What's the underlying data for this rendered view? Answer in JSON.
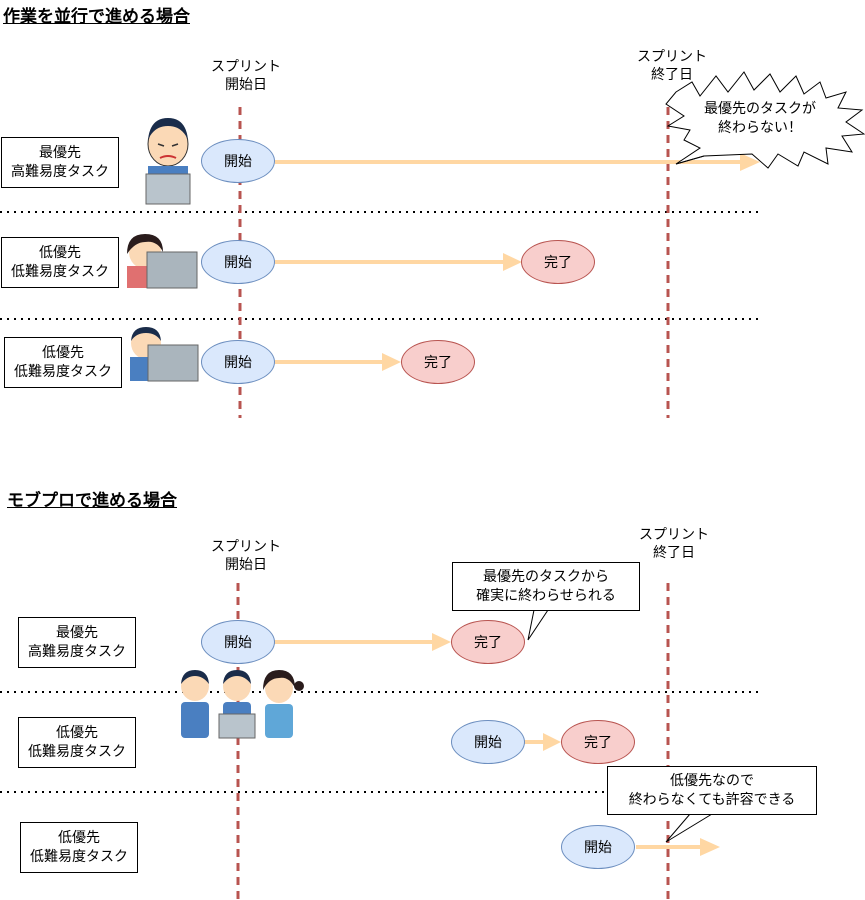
{
  "section1": {
    "title": "作業を並行で進める場合",
    "sprint_start": [
      "スプリント",
      "開始日"
    ],
    "sprint_end": [
      "スプリント",
      "終了日"
    ],
    "burst": [
      "最優先のタスクが",
      "終わらない！"
    ],
    "rows": [
      {
        "task": [
          "最優先",
          "高難易度タスク"
        ],
        "start": "開始",
        "done": null
      },
      {
        "task": [
          "低優先",
          "低難易度タスク"
        ],
        "start": "開始",
        "done": "完了"
      },
      {
        "task": [
          "低優先",
          "低難易度タスク"
        ],
        "start": "開始",
        "done": "完了"
      }
    ]
  },
  "section2": {
    "title": "モブプロで進める場合",
    "sprint_start": [
      "スプリント",
      "開始日"
    ],
    "sprint_end": [
      "スプリント",
      "終了日"
    ],
    "callout_top": [
      "最優先のタスクから",
      "確実に終わらせられる"
    ],
    "callout_bottom": [
      "低優先なので",
      "終わらなくても許容できる"
    ],
    "rows": [
      {
        "task": [
          "最優先",
          "高難易度タスク"
        ],
        "start": "開始",
        "done": "完了"
      },
      {
        "task": [
          "低優先",
          "低難易度タスク"
        ],
        "start": "開始",
        "done": "完了"
      },
      {
        "task": [
          "低優先",
          "低難易度タスク"
        ],
        "start": "開始",
        "done": null
      }
    ]
  },
  "colors": {
    "arrow": "#ffd7a3",
    "dashed_line": "#b85450",
    "start_fill": "#dae8fc",
    "done_fill": "#f8cecc"
  }
}
